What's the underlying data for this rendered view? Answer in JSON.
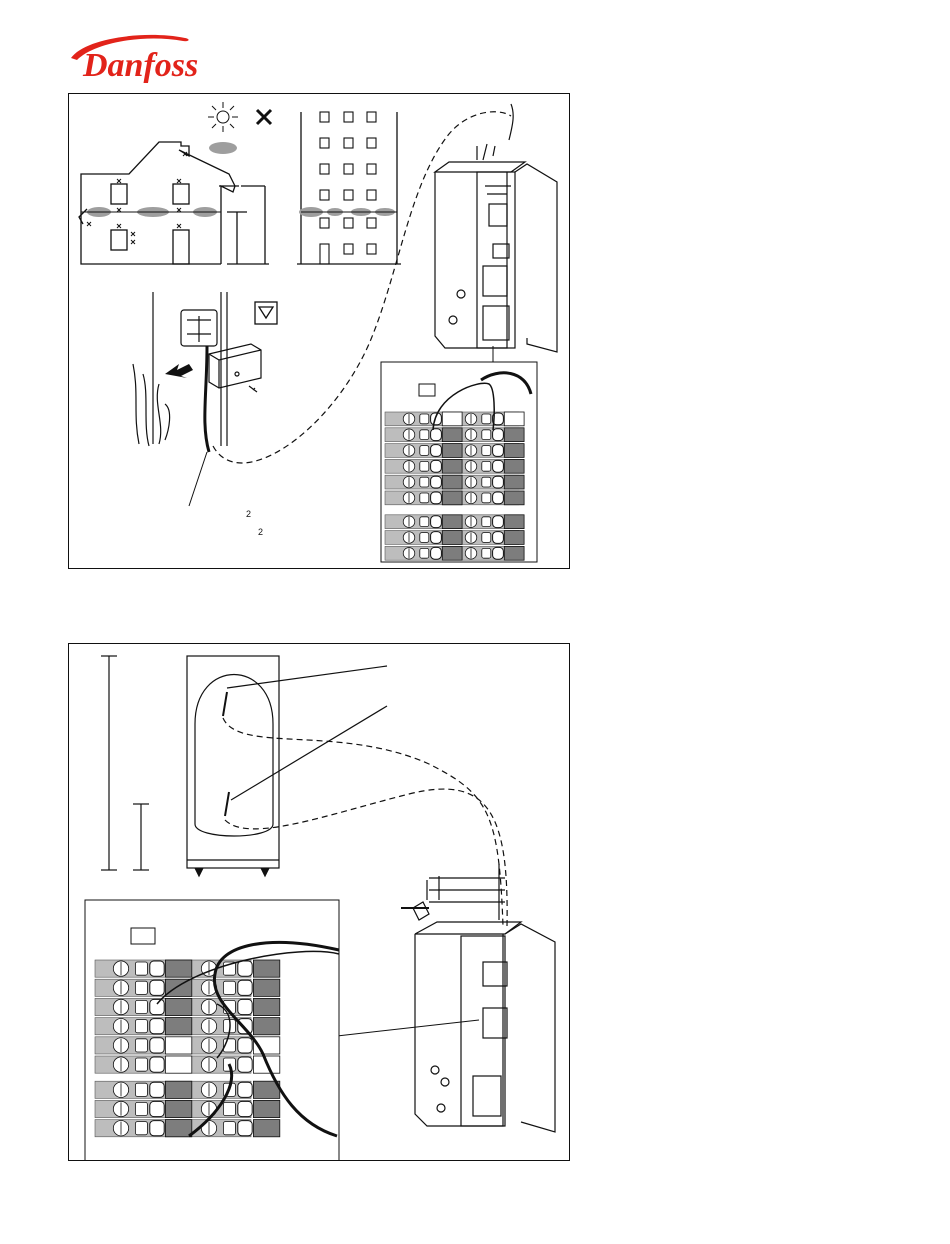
{
  "brand": {
    "name": "Danfoss",
    "color": "#e2231a"
  },
  "figure1": {
    "superscript_a": "2",
    "superscript_b": "2"
  },
  "colors": {
    "line": "#111111",
    "sensor_ellipse": "#9e9e9e",
    "terminal_grey": "#7d7d7d",
    "terminal_body": "#bdbdbd"
  },
  "icons": [
    "sun-icon",
    "cross-icon",
    "thermostat-symbol-icon",
    "arrow-icon"
  ]
}
